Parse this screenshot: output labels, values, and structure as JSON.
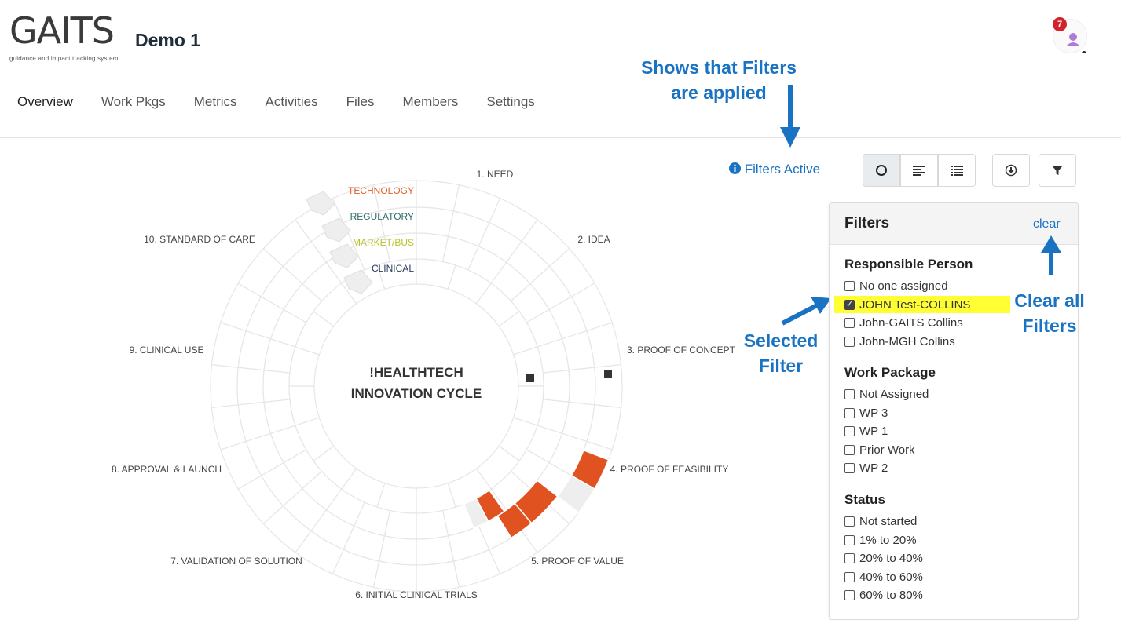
{
  "header": {
    "logo_text": "GAITS",
    "logo_tagline": "guidance and impact tracking system",
    "project_name": "Demo 1",
    "notification_count": "7"
  },
  "nav": {
    "tabs": [
      "Overview",
      "Work Pkgs",
      "Metrics",
      "Activities",
      "Files",
      "Members",
      "Settings"
    ],
    "active": "Overview"
  },
  "annotations": {
    "filters_applied_line1": "Shows that  Filters",
    "filters_applied_line2": "are applied",
    "selected_filter_line1": "Selected",
    "selected_filter_line2": "Filter",
    "clear_all_line1": "Clear all",
    "clear_all_line2": "Filters"
  },
  "toolbar": {
    "filters_active": "Filters Active",
    "icons": [
      "circle-view-icon",
      "bar-view-icon",
      "list-view-icon",
      "download-icon",
      "filter-icon"
    ]
  },
  "wheel": {
    "title_line1": "!HEALTHTECH",
    "title_line2": "INNOVATION CYCLE",
    "stages": [
      "1. NEED",
      "2. IDEA",
      "3. PROOF OF CONCEPT",
      "4. PROOF OF FEASIBILITY",
      "5. PROOF OF VALUE",
      "6. INITIAL CLINICAL TRIALS",
      "7. VALIDATION OF SOLUTION",
      "8. APPROVAL & LAUNCH",
      "9. CLINICAL USE",
      "10. STANDARD OF CARE"
    ],
    "tracks": [
      "TECHNOLOGY",
      "REGULATORY",
      "MARKET/BUS",
      "CLINICAL"
    ],
    "track_colors": [
      "#e0622a",
      "#2f6b6b",
      "#b8c22a",
      "#2c3e5a"
    ],
    "active_color": "#e0521f"
  },
  "filters": {
    "title": "Filters",
    "clear_label": "clear",
    "sections": [
      {
        "title": "Responsible Person",
        "options": [
          {
            "label": "No one assigned",
            "checked": false
          },
          {
            "label": "JOHN Test-COLLINS",
            "checked": true
          },
          {
            "label": "John-GAITS Collins",
            "checked": false
          },
          {
            "label": "John-MGH Collins",
            "checked": false
          }
        ]
      },
      {
        "title": "Work Package",
        "options": [
          {
            "label": "Not Assigned",
            "checked": false
          },
          {
            "label": "WP 3",
            "checked": false
          },
          {
            "label": "WP 1",
            "checked": false
          },
          {
            "label": "Prior Work",
            "checked": false
          },
          {
            "label": "WP 2",
            "checked": false
          }
        ]
      },
      {
        "title": "Status",
        "options": [
          {
            "label": "Not started",
            "checked": false
          },
          {
            "label": "1% to 20%",
            "checked": false
          },
          {
            "label": "20% to 40%",
            "checked": false
          },
          {
            "label": "40% to 60%",
            "checked": false
          },
          {
            "label": "60% to 80%",
            "checked": false
          }
        ]
      }
    ]
  }
}
